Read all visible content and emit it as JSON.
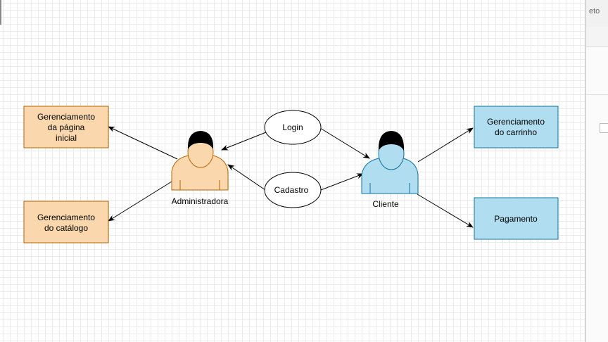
{
  "panel": {
    "tab_label": "eto"
  },
  "colors": {
    "orange_fill": "#fad7ac",
    "orange_stroke": "#b46504",
    "blue_fill": "#b1ddf0",
    "blue_stroke": "#10739e",
    "grid": "#ebebeb"
  },
  "diagram": {
    "admin_box_home": [
      "Gerenciamento",
      "da página",
      "inicial"
    ],
    "admin_box_catalog": [
      "Gerenciamento",
      "do catálogo"
    ],
    "client_box_cart": [
      "Gerenciamento",
      "do carrinho"
    ],
    "client_box_payment": "Pagamento",
    "login_label": "Login",
    "signup_label": "Cadastro",
    "actor_admin": "Administradora",
    "actor_client": "Cliente"
  }
}
